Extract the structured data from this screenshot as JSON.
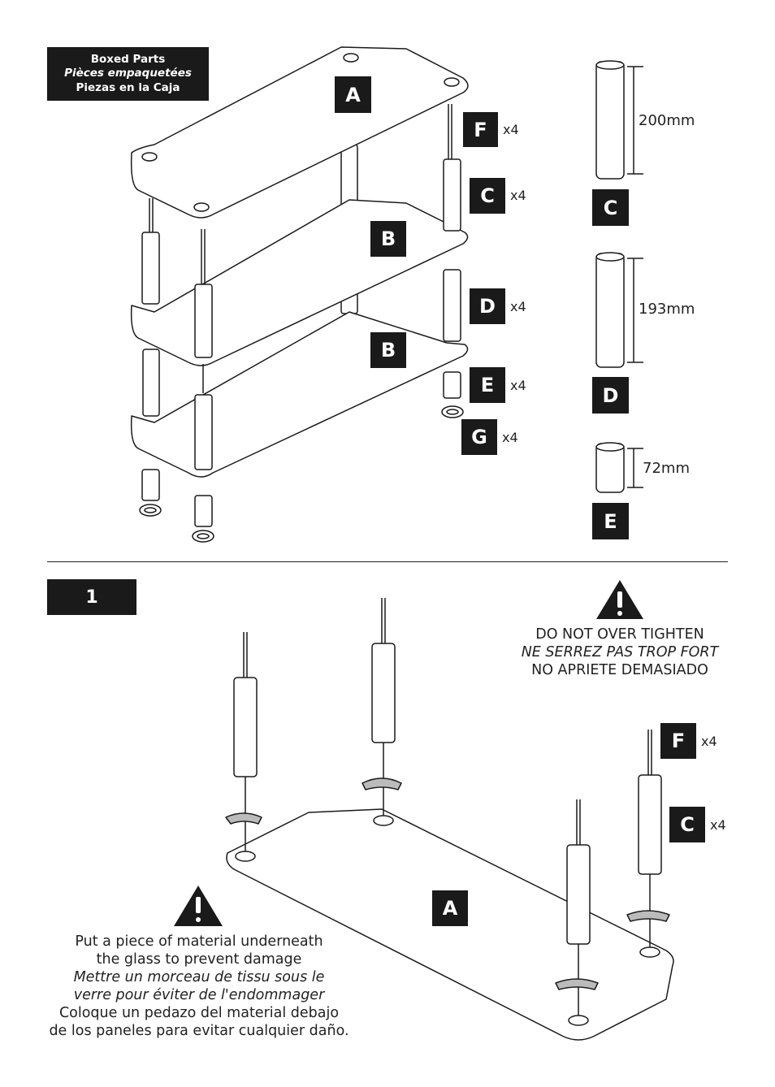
{
  "boxed_parts": {
    "line_en": "Boxed Parts",
    "line_fr": "Pièces empaquetées",
    "line_es": "Piezas en la Caja"
  },
  "parts": {
    "A": "A",
    "B": "B",
    "C": "C",
    "D": "D",
    "E": "E",
    "F": "F",
    "G": "G",
    "qty": "x4"
  },
  "dimensions": {
    "c_length": "200mm",
    "d_length": "193mm",
    "e_length": "72mm"
  },
  "step": {
    "number": "1"
  },
  "warning_tighten": {
    "en": "DO NOT OVER TIGHTEN",
    "fr": "NE SERREZ PAS TROP FORT",
    "es": "NO APRIETE DEMASIADO"
  },
  "warning_material": {
    "en1": "Put a piece of material underneath",
    "en2": "the glass to prevent damage",
    "fr1": "Mettre un morceau de tissu sous le",
    "fr2": "verre pour éviter de l'endommager",
    "es1": "Coloque un pedazo del material debajo",
    "es2": "de los paneles para evitar cualquier daño."
  },
  "colors": {
    "ink": "#1a1a1a",
    "paper": "#ffffff"
  },
  "icons": {
    "warning": "warning-triangle-icon",
    "rotate": "rotate-arrow-icon"
  }
}
